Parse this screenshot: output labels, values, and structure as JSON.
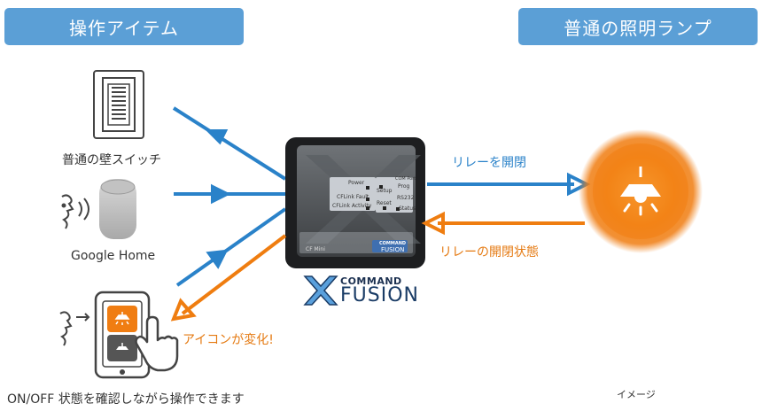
{
  "headers": {
    "left": "操作アイテム",
    "right": "普通の照明ランプ"
  },
  "inputs": {
    "wall_switch": "普通の壁スイッチ",
    "google_home": "Google Home",
    "bottom_caption": "ON/OFF 状態を確認しながら操作できます"
  },
  "arrows": {
    "relay_switch": "リレーを開閉",
    "relay_state": "リレーの開閉状態",
    "icon_change": "アイコンが変化!"
  },
  "device": {
    "buttons": {
      "power": "Power",
      "cflink_fault": "CFLink Fault",
      "cflink_activity": "CFLink Activity",
      "setup": "Setup",
      "reset": "Reset",
      "com_port": "COM Port",
      "prog": "Prog",
      "rs232": "RS232",
      "status": "Status"
    },
    "model": "CF Mini",
    "badge_top": "COMMAND",
    "badge_bottom": "FUSION"
  },
  "logo": {
    "top": "COMMAND",
    "bottom": "FUSION"
  },
  "note": "イメージ",
  "colors": {
    "header_blue": "#5b9fd6",
    "arrow_blue": "#2a82c9",
    "arrow_orange": "#ef7d10",
    "lamp_glow": "#f07d12"
  }
}
